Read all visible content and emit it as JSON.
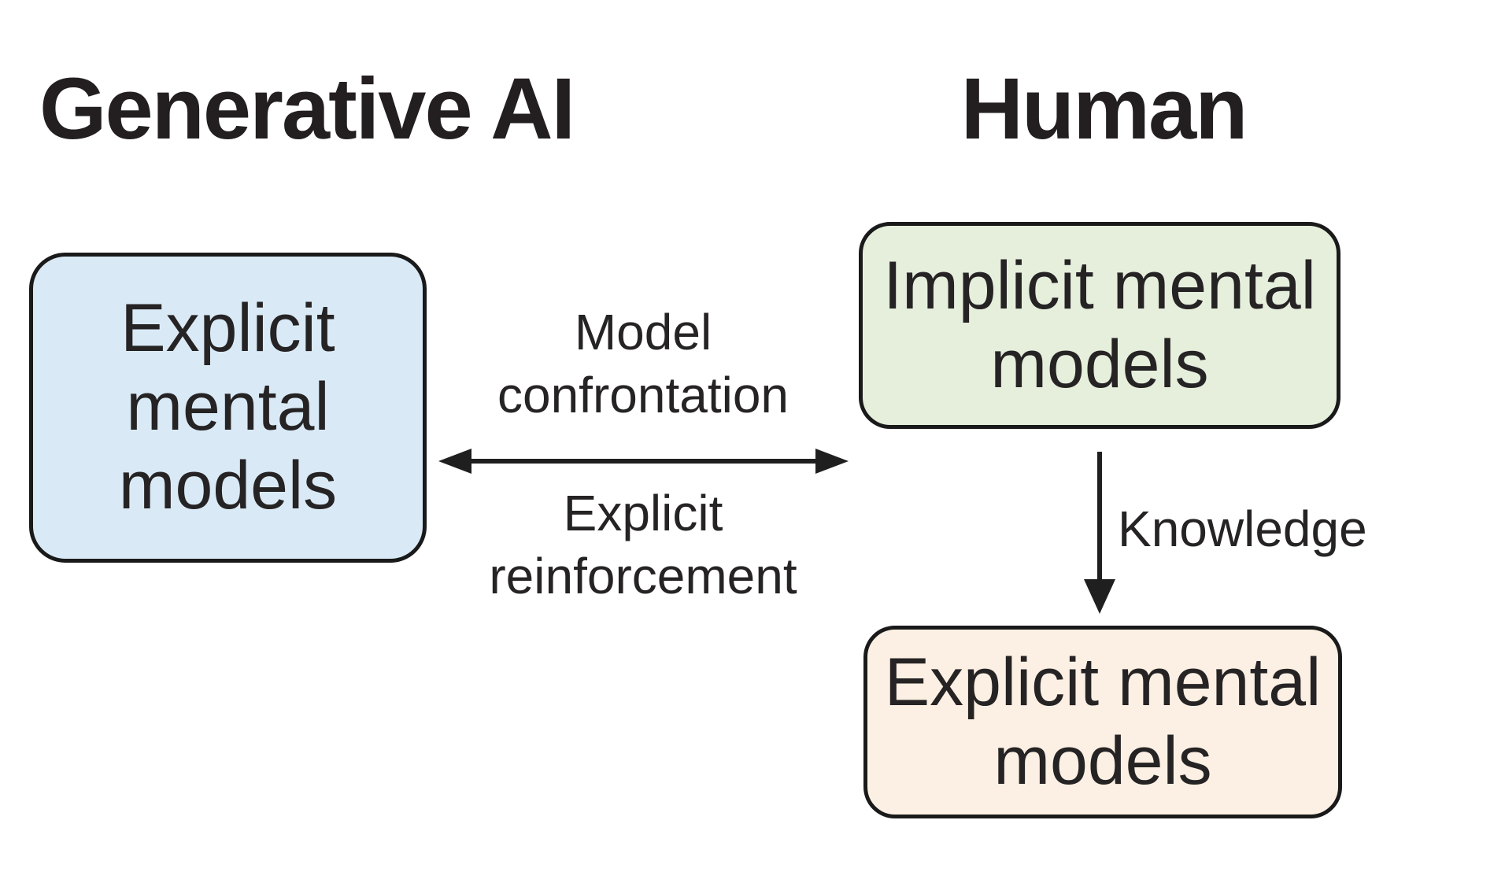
{
  "diagram": {
    "title": "",
    "background": "#ffffff",
    "columns": {
      "ai_heading": "Generative AI",
      "human_heading": "Human"
    },
    "nodes": {
      "ai_explicit": {
        "lines": [
          "Explicit",
          "mental",
          "models"
        ],
        "fill": "#d9eaf6",
        "border": "#1a1a1a"
      },
      "human_implicit": {
        "lines": [
          "Implicit mental",
          "models"
        ],
        "fill": "#e5efdc",
        "border": "#1a1a1a"
      },
      "human_explicit": {
        "lines": [
          "Explicit mental",
          "models"
        ],
        "fill": "#fbf0e3",
        "border": "#1a1a1a"
      }
    },
    "edges": {
      "model_confrontation": {
        "type": "double-headed-horizontal-arrow",
        "from": "ai_explicit",
        "to": "human_implicit",
        "label_above_lines": [
          "Model",
          "confrontation"
        ],
        "label_below_lines": [
          "Explicit",
          "reinforcement"
        ],
        "color": "#1f1f1f"
      },
      "knowledge": {
        "type": "down-arrow",
        "from": "human_implicit",
        "to": "human_explicit",
        "label": "Knowledge",
        "color": "#1f1f1f"
      }
    },
    "colors": {
      "heading_text": "#231f20",
      "body_text": "#262324",
      "arrow": "#1f1f1f",
      "node_blue_fill": "#d9eaf6",
      "node_green_fill": "#e5efdc",
      "node_peach_fill": "#fbf0e3",
      "node_border": "#1a1a1a"
    }
  }
}
